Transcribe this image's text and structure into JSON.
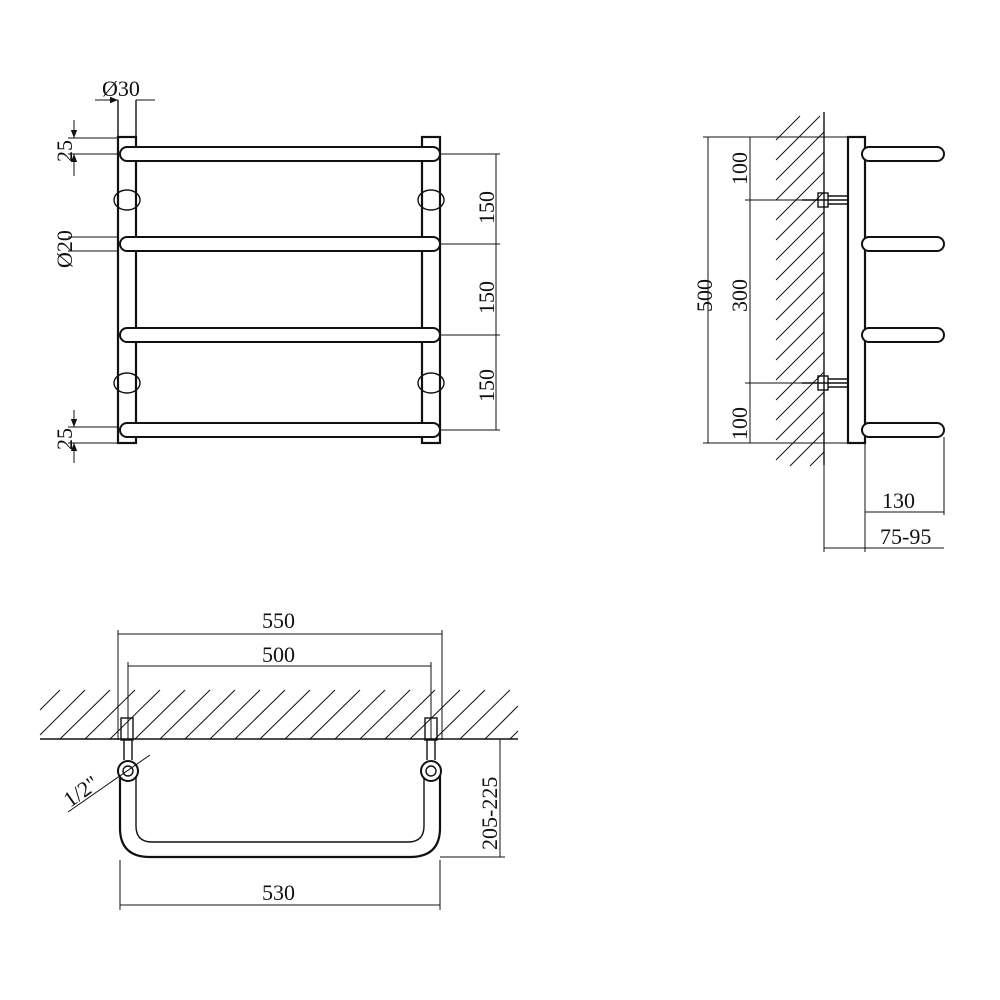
{
  "front_view": {
    "upright_diameter": "Ø30",
    "bar_diameter": "Ø20",
    "top_offset": "25",
    "bottom_offset": "25",
    "spacing_1": "150",
    "spacing_2": "150",
    "spacing_3": "150"
  },
  "side_view": {
    "total_height": "500",
    "top_margin": "100",
    "mount_spacing": "300",
    "bottom_margin": "100",
    "depth": "130",
    "wall_distance": "75-95"
  },
  "top_view": {
    "overall_width": "550",
    "axis_width": "500",
    "bottom_width": "530",
    "thread": "1/2\"",
    "projection": "205-225"
  },
  "colors": {
    "line": "#111111",
    "background": "#ffffff"
  }
}
